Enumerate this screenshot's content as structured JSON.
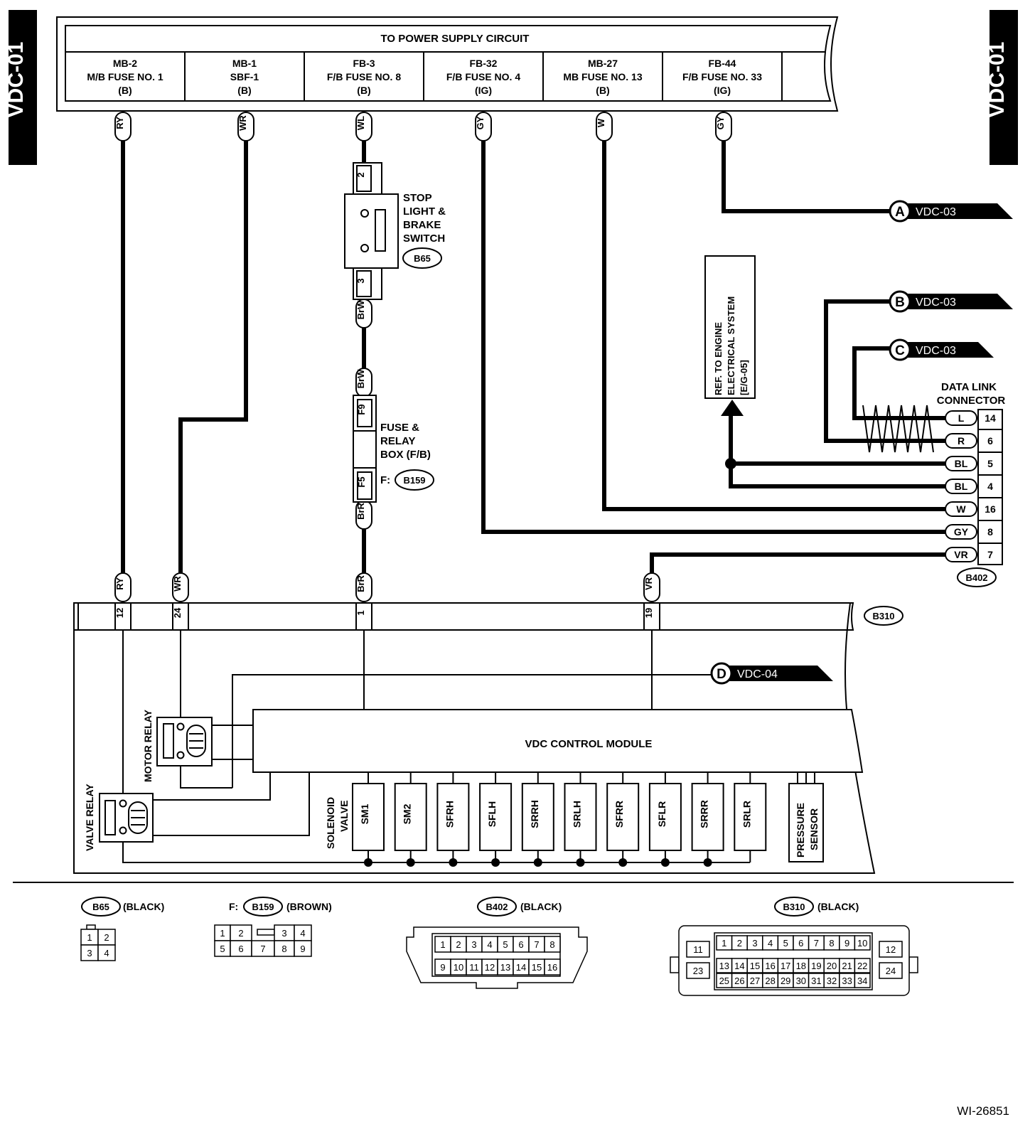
{
  "page_tag": "VDC-01",
  "figure_id": "WI-26851",
  "power_supply": {
    "title": "TO POWER SUPPLY CIRCUIT",
    "fuses": [
      {
        "l1": "MB-2",
        "l2": "M/B FUSE NO. 1",
        "l3": "(B)",
        "wire": "RY"
      },
      {
        "l1": "MB-1",
        "l2": "SBF-1",
        "l3": "(B)",
        "wire": "WR"
      },
      {
        "l1": "FB-3",
        "l2": "F/B FUSE NO. 8",
        "l3": "(B)",
        "wire": "WL"
      },
      {
        "l1": "FB-32",
        "l2": "F/B FUSE NO. 4",
        "l3": "(IG)",
        "wire": "GY"
      },
      {
        "l1": "MB-27",
        "l2": "MB FUSE NO. 13",
        "l3": "(B)",
        "wire": "W"
      },
      {
        "l1": "FB-44",
        "l2": "F/B FUSE NO. 33",
        "l3": "(IG)",
        "wire": "GY"
      }
    ]
  },
  "stop_switch": {
    "label": [
      "STOP",
      "LIGHT &",
      "BRAKE",
      "SWITCH"
    ],
    "connector": "B65",
    "pin_top": "2",
    "pin_bottom": "3",
    "wire_out": "BrW"
  },
  "fuse_relay_box": {
    "label": [
      "FUSE &",
      "RELAY",
      "BOX (F/B)"
    ],
    "prefix": "F:",
    "connector": "B159",
    "wire_in": "BrW",
    "pin_in": "F9",
    "pin_out": "F5",
    "wire_out": "BrR"
  },
  "offpage": [
    {
      "letter": "A",
      "target": "VDC-03"
    },
    {
      "letter": "B",
      "target": "VDC-03"
    },
    {
      "letter": "C",
      "target": "VDC-03"
    },
    {
      "letter": "D",
      "target": "VDC-04"
    }
  ],
  "ref_engine": [
    "REF. TO ENGINE",
    "ELECTRICAL SYSTEM",
    "[E/G-05]"
  ],
  "data_link": {
    "title": [
      "DATA LINK",
      "CONNECTOR"
    ],
    "connector": "B402",
    "pins": [
      {
        "wire": "L",
        "pin": "14"
      },
      {
        "wire": "R",
        "pin": "6"
      },
      {
        "wire": "BL",
        "pin": "5"
      },
      {
        "wire": "BL",
        "pin": "4"
      },
      {
        "wire": "W",
        "pin": "16"
      },
      {
        "wire": "GY",
        "pin": "8"
      },
      {
        "wire": "VR",
        "pin": "7"
      }
    ]
  },
  "b310": {
    "connector": "B310",
    "pins": [
      {
        "wire": "RY",
        "pin": "12"
      },
      {
        "wire": "WR",
        "pin": "24"
      },
      {
        "wire": "BrR",
        "pin": "1"
      },
      {
        "wire": "VR",
        "pin": "19"
      }
    ]
  },
  "module": {
    "label": "VDC CONTROL MODULE",
    "motor_relay": "MOTOR RELAY",
    "valve_relay": "VALVE RELAY",
    "solenoid_label": [
      "SOLENOID",
      "VALVE"
    ],
    "solenoids": [
      "SM1",
      "SM2",
      "SFRH",
      "SFLH",
      "SRRH",
      "SRLH",
      "SFRR",
      "SFLR",
      "SRRR",
      "SRLR"
    ],
    "pressure_sensor": [
      "PRESSURE",
      "SENSOR"
    ]
  },
  "connector_views": [
    {
      "prefix": "",
      "id": "B65",
      "color": "(BLACK)",
      "rows": [
        [
          "1",
          "2"
        ],
        [
          "3",
          "4"
        ]
      ]
    },
    {
      "prefix": "F:",
      "id": "B159",
      "color": "(BROWN)",
      "rows": [
        [
          "1",
          "2",
          "",
          "3",
          "4"
        ],
        [
          "5",
          "6",
          "7",
          "8",
          "9"
        ]
      ]
    },
    {
      "prefix": "",
      "id": "B402",
      "color": "(BLACK)",
      "rows": [
        [
          "1",
          "2",
          "3",
          "4",
          "5",
          "6",
          "7",
          "8"
        ],
        [
          "9",
          "10",
          "11",
          "12",
          "13",
          "14",
          "15",
          "16"
        ]
      ]
    },
    {
      "prefix": "",
      "id": "B310",
      "color": "(BLACK)",
      "side_left": [
        "11",
        "23"
      ],
      "side_right": [
        "12",
        "24"
      ],
      "rows": [
        [
          "1",
          "2",
          "3",
          "4",
          "5",
          "6",
          "7",
          "8",
          "9",
          "10"
        ],
        [
          "13",
          "14",
          "15",
          "16",
          "17",
          "18",
          "19",
          "20",
          "21",
          "22"
        ],
        [
          "25",
          "26",
          "27",
          "28",
          "29",
          "30",
          "31",
          "32",
          "33",
          "34"
        ]
      ]
    }
  ]
}
